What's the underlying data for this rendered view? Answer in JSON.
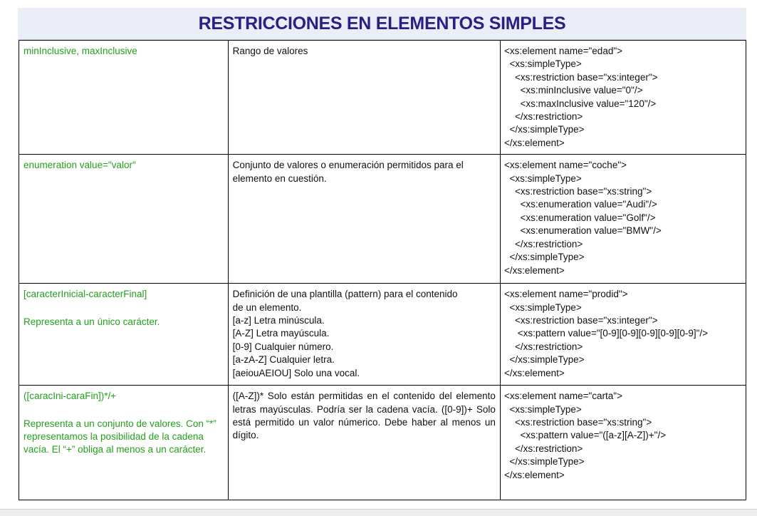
{
  "title": "RESTRICCIONES EN ELEMENTOS SIMPLES",
  "rows": [
    {
      "restriction": "minInclusive, maxInclusive",
      "description": "Rango de valores",
      "code": [
        "<xs:element name=\"edad\">",
        "  <xs:simpleType>",
        "    <xs:restriction base=\"xs:integer\">",
        "      <xs:minInclusive value=\"0\"/>",
        "      <xs:maxInclusive value=\"120\"/>",
        "    </xs:restriction>",
        "  </xs:simpleType>",
        "</xs:element>"
      ]
    },
    {
      "restriction": "enumeration value=\"valor\"",
      "description": "Conjunto de valores o enumeración permitidos para el elemento en cuestión.",
      "code": [
        "<xs:element name=\"coche\">",
        "  <xs:simpleType>",
        "    <xs:restriction base=\"xs:string\">",
        "      <xs:enumeration value=\"Audi\"/>",
        "      <xs:enumeration value=\"Golf\"/>",
        "      <xs:enumeration value=\"BMW\"/>",
        "    </xs:restriction>",
        "  </xs:simpleType>",
        "</xs:element>"
      ]
    },
    {
      "restriction": "[caracterInicial-caracterFinal]",
      "restriction_note": "Representa a un único carácter.",
      "description_lines": [
        "Definición de una plantilla (pattern) para el contenido",
        "de un elemento.",
        "[a-z] Letra minúscula.",
        "[A-Z] Letra mayúscula.",
        "[0-9] Cualquier número.",
        "[a-zA-Z] Cualquier letra.",
        "[aeiouAEIOU] Solo una vocal."
      ],
      "code": [
        "<xs:element name=\"prodid\">",
        "  <xs:simpleType>",
        "    <xs:restriction base=\"xs:integer\">",
        "     <xs:pattern value=\"[0-9][0-9][0-9][0-9][0-9]\"/>",
        "    </xs:restriction>",
        "  </xs:simpleType>",
        "</xs:element>"
      ]
    },
    {
      "restriction": "([caracIni-caraFin])*/+",
      "restriction_note": "Representa a un conjunto de valores. Con “*” representamos la posibilidad de la cadena vacía. El “+” obliga al menos a un carácter.",
      "description": "([A-Z])* Solo están permitidas en el contenido del elemento letras mayúsculas. Podría ser la cadena vacía. ([0-9])+ Solo está permitido un valor númerico. Debe haber al menos un dígito.",
      "code": [
        "<xs:element name=\"carta\">",
        "  <xs:simpleType>",
        "    <xs:restriction base=\"xs:string\">",
        "      <xs:pattern value=\"([a-z][A-Z])+\"/>",
        "    </xs:restriction>",
        "  </xs:simpleType>",
        "</xs:element>"
      ]
    }
  ]
}
